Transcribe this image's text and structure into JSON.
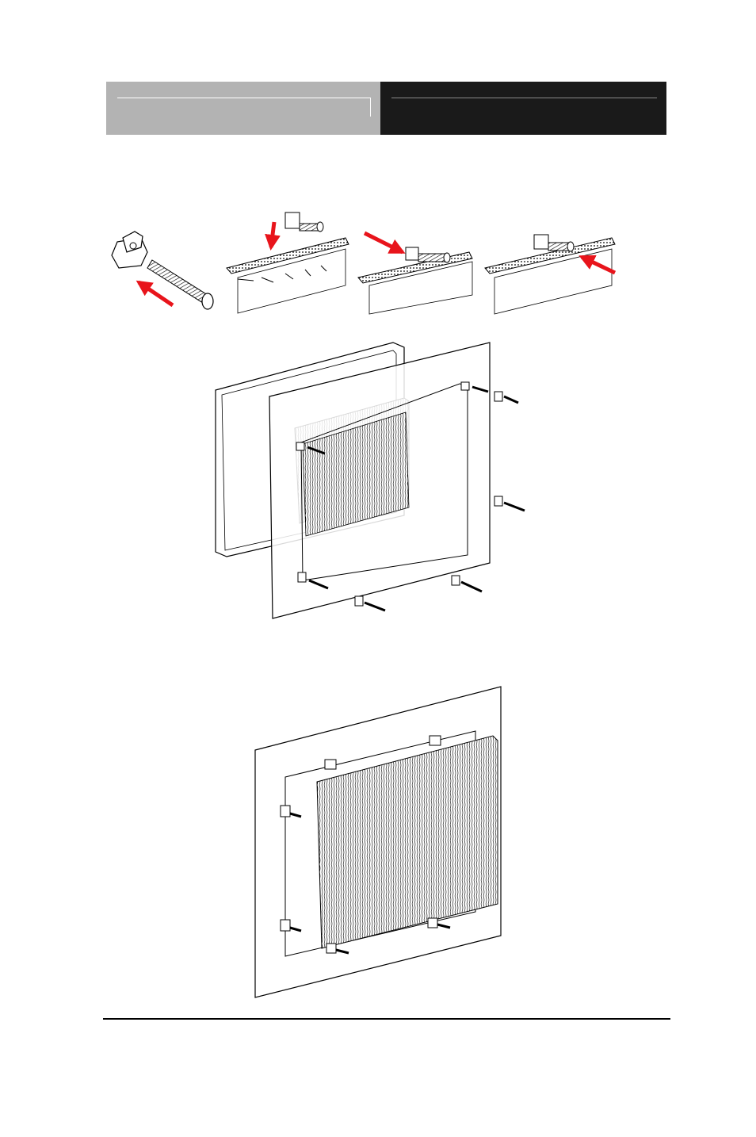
{
  "colors": {
    "header_left": "#b3b3b3",
    "header_right": "#1a1a1a",
    "arrow": "#e8141b",
    "line": "#000000"
  },
  "figures": [
    {
      "name": "mounting-clip-and-screw",
      "icon": "clip-screw-icon"
    },
    {
      "name": "insert-clip-step",
      "icon": "clip-insert-icon"
    },
    {
      "name": "slide-clip-step",
      "icon": "clip-slide-icon"
    },
    {
      "name": "tighten-screw-step",
      "icon": "screw-tighten-icon"
    },
    {
      "name": "panel-mount-exploded-view",
      "icon": "panel-exploded-icon"
    },
    {
      "name": "panel-mount-assembled-view",
      "icon": "panel-assembled-icon"
    }
  ]
}
